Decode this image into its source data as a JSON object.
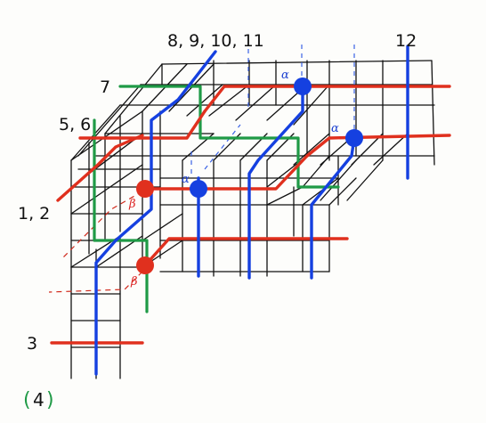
{
  "labels": {
    "top": "8, 9, 10, 11",
    "top_right": "12",
    "seven": "7",
    "five_six": "5, 6",
    "one_two": "1, 2",
    "three": "3",
    "figure": "4"
  },
  "greek": {
    "alpha": "α",
    "beta": "β"
  },
  "colors": {
    "grid": "#111111",
    "red": "#e0301e",
    "blue": "#1540e0",
    "green": "#1f9a46",
    "dashed_red": "#d0281a",
    "dashed_blue": "#3a62e6",
    "figure_circle": "#1f9a46"
  }
}
